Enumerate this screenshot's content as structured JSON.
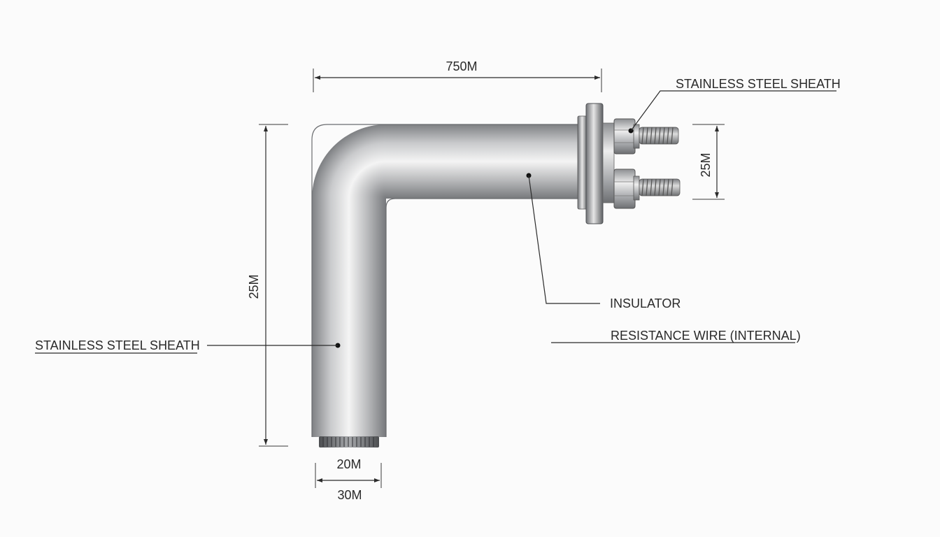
{
  "dimensions": {
    "top_length": "750M",
    "vertical_length": "25M",
    "terminal_spacing": "25M",
    "thread_diameter": "20M",
    "base_width": "30M"
  },
  "labels": {
    "sheath_top": "STAINLESS STEEL SHEATH",
    "sheath_left": "STAINLESS STEEL SHEATH",
    "insulator": "INSULATOR",
    "resistance_wire": "RESISTANCE WIRE (INTERNAL)"
  },
  "colors": {
    "background": "#fbfbfb",
    "line": "#2b2b2b",
    "steel_dark": "#8a8c8f",
    "steel_light": "#f2f2f2"
  }
}
